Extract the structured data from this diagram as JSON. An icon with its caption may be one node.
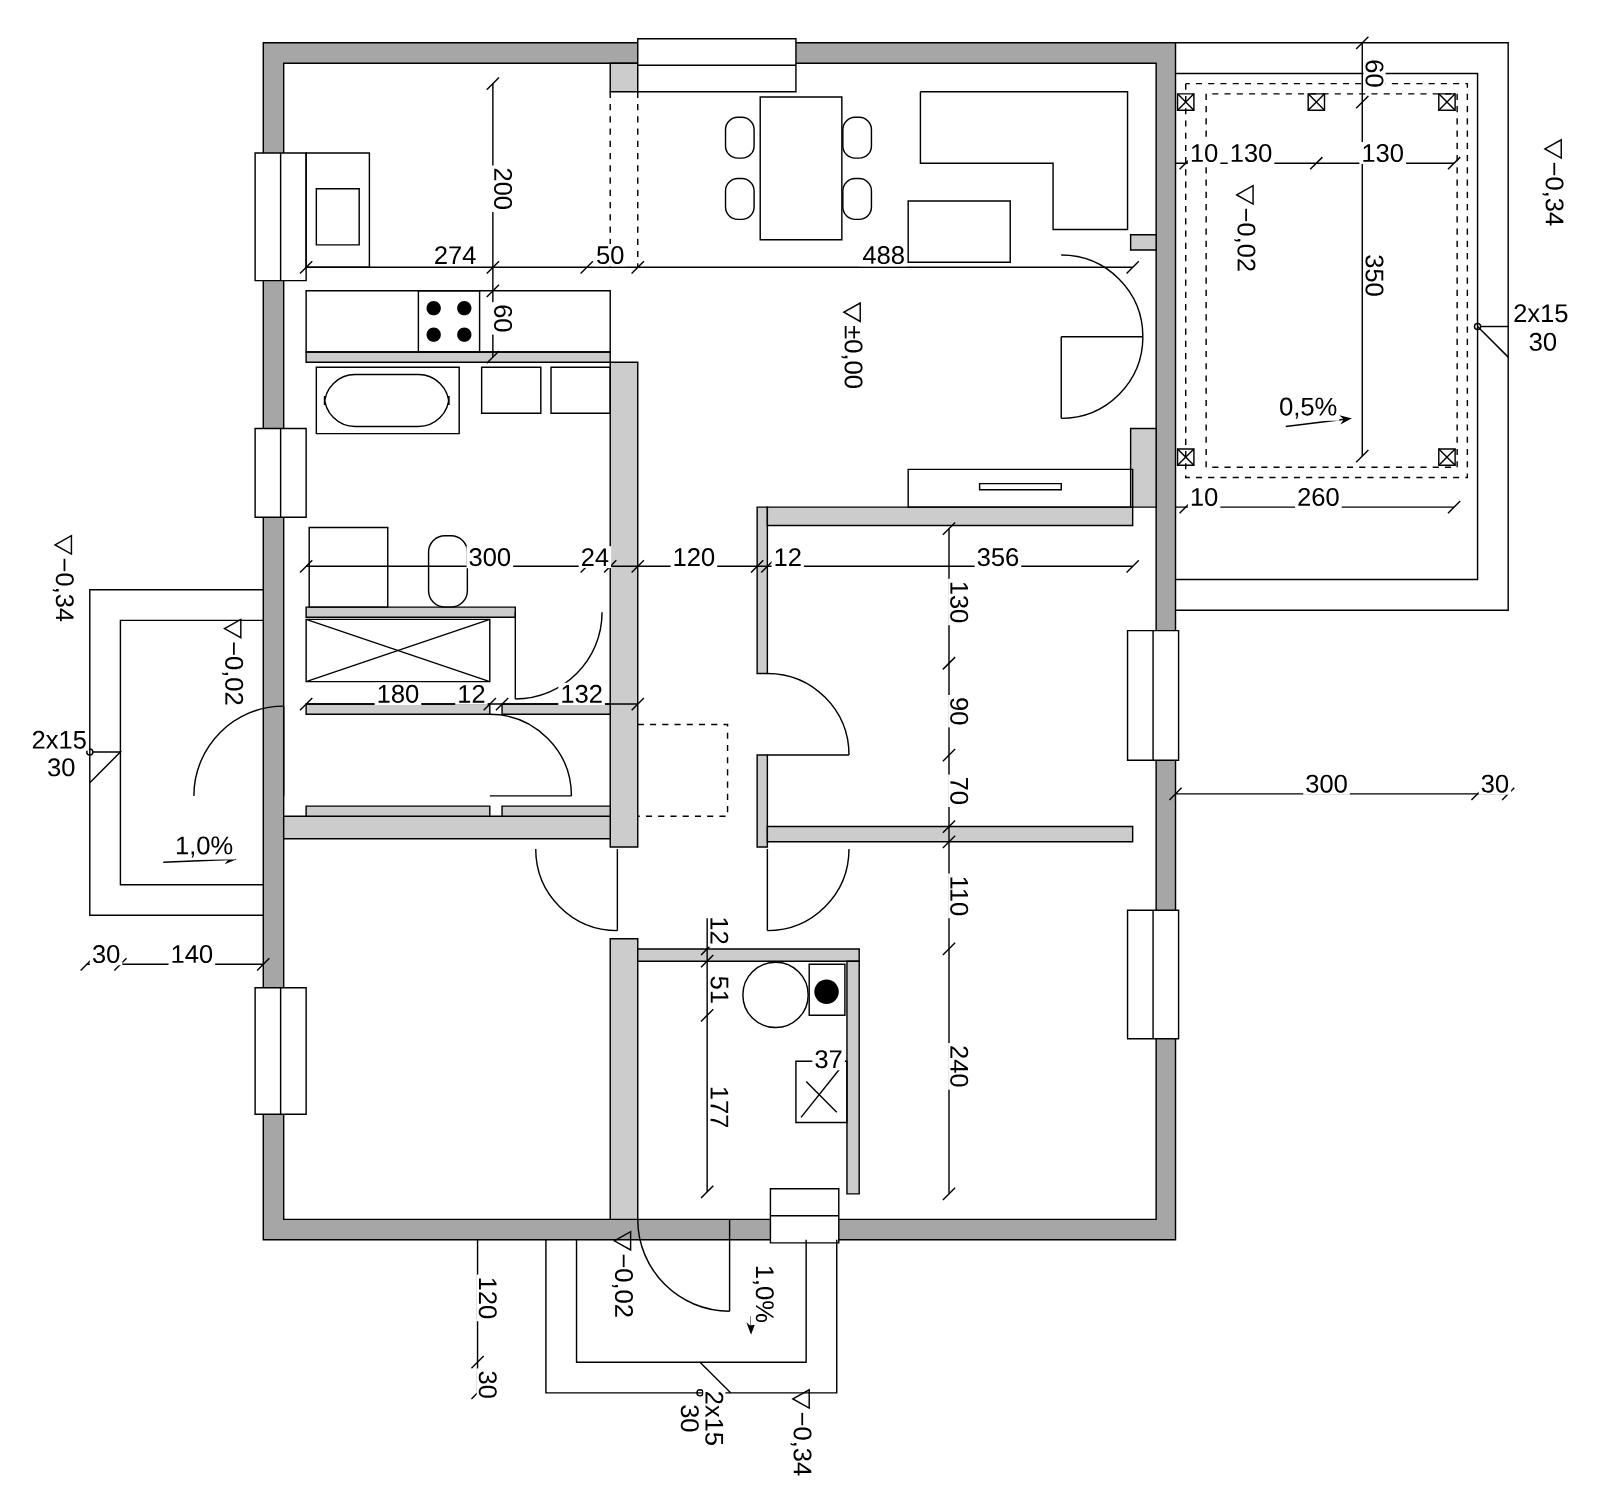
{
  "diagram": {
    "labels": [
      "60",
      "10",
      "130",
      "130",
      "−0,34",
      "200",
      "−0,02",
      "274",
      "50",
      "488",
      "350",
      "2x15",
      "30",
      "60",
      "±0,00",
      "0,5%",
      "10",
      "260",
      "−0,34",
      "300",
      "24",
      "120",
      "12",
      "356",
      "130",
      "−0,02",
      "180",
      "12",
      "132",
      "90",
      "2x15",
      "30",
      "300",
      "30",
      "70",
      "1,0%",
      "110",
      "30",
      "140",
      "12",
      "51",
      "37",
      "177",
      "240",
      "120",
      "−0,02",
      "1,0%",
      "30",
      "30",
      "2x15",
      "−0,34"
    ]
  }
}
